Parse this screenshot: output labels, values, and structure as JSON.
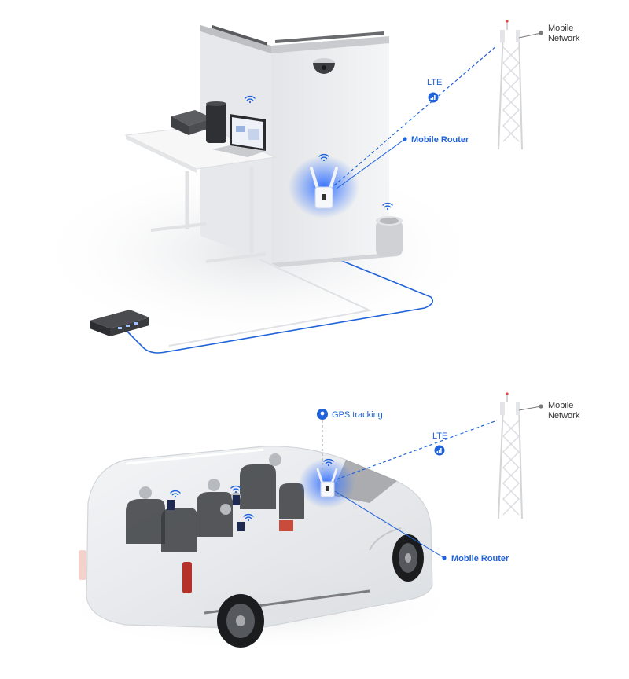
{
  "colors": {
    "accent": "#1f62d9",
    "label_dark": "#333333",
    "dot_gray": "#7a7a7a",
    "wall": "#eeeff1",
    "van_body": "#e9ebee"
  },
  "office_scene": {
    "tower_label_line1": "Mobile",
    "tower_label_line2": "Network",
    "lte_label": "LTE",
    "router_label": "Mobile Router",
    "icons": [
      "wifi-icon",
      "signal-bars-icon",
      "router-icon",
      "dome-camera-icon",
      "switch-icon",
      "laptop-icon",
      "printer-icon",
      "speaker-icon"
    ]
  },
  "vehicle_scene": {
    "tower_label_line1": "Mobile",
    "tower_label_line2": "Network",
    "lte_label": "LTE",
    "gps_label": "GPS tracking",
    "router_label": "Mobile Router",
    "icons": [
      "wifi-icon",
      "signal-bars-icon",
      "location-pin-icon",
      "router-icon",
      "tablet-icon"
    ]
  }
}
